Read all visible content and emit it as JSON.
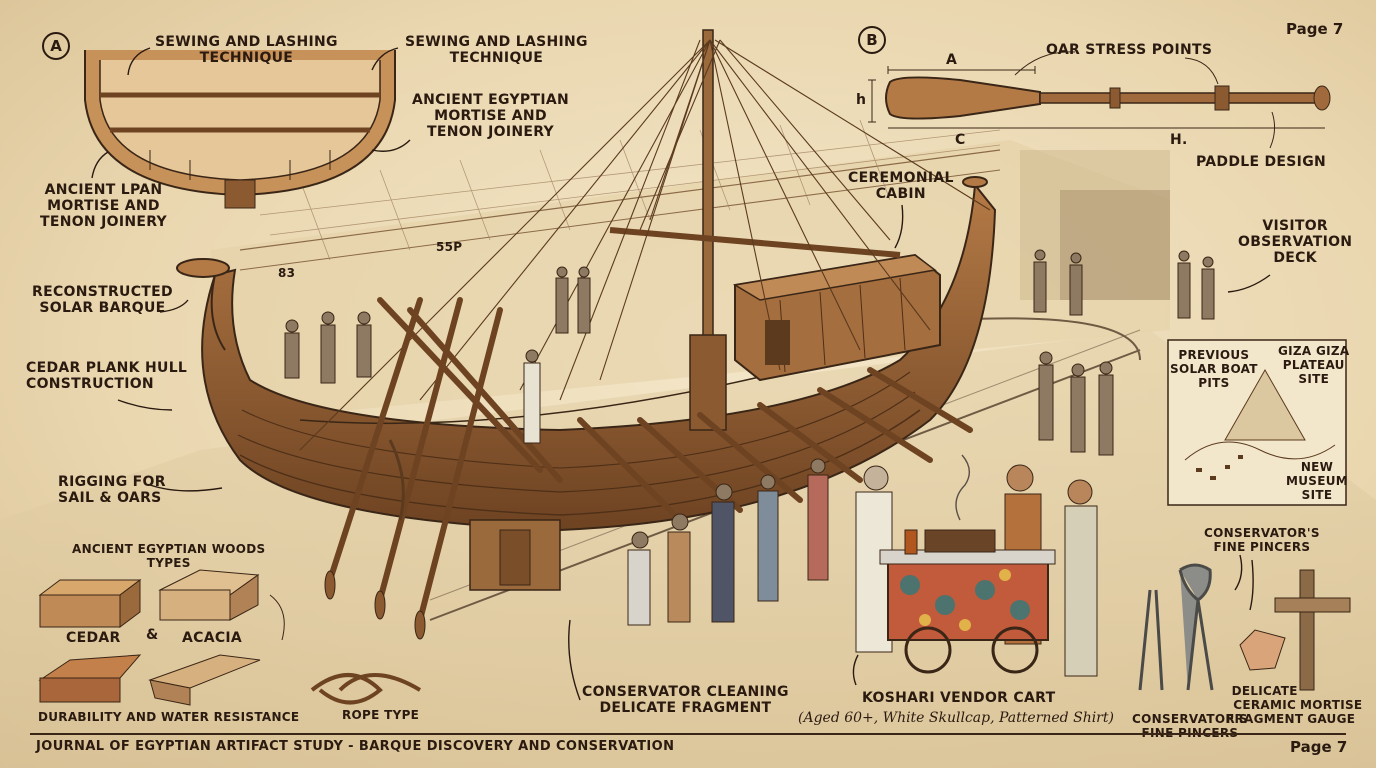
{
  "page": {
    "top": "Page 7",
    "bottom": "Page 7"
  },
  "badges": {
    "a": "A",
    "b": "B"
  },
  "inset_a": {
    "sewing_left": "SEWING AND LASHING\nTECHNIQUE",
    "sewing_right": "SEWING AND LASHING\nTECHNIQUE",
    "mortise_right": "ANCIENT EgYPTIAN\nMORTISE AND\nTENON JOINERY",
    "mortise_left": "ANCIENT LPAN\nMORTISE AND\nTENON JOINERY"
  },
  "inset_b": {
    "title": "OAR STRESS POINTS",
    "dim_a": "A",
    "dim_h": "h",
    "dim_c": "C",
    "dim_h2": "H.",
    "paddle": "PADDLE DESIGN"
  },
  "labels": {
    "ceremonial_cabin": "CEREMONIAL\nCABIN",
    "visitor_deck": "VISITOR\nOBSERVATION\nDECK",
    "solar_barque": "RECONSTRUCTED\nSOLAR BARQUE",
    "cedar_hull": "CEDAR PLANK HULL\nCONSTRUCTION",
    "rigging": "RIGGING FOR\nSAIL & OARS",
    "conservator_cleaning": "CONSERVATOR CLEANING\nDELICATE FRAGMENT",
    "koshari_cart": "KOSHARI VENDOR CART",
    "koshari_note": "(Aged 60+, White Skullcap, Patterned Shirt)",
    "gallery_sign_1": "83",
    "gallery_sign_2": "55P"
  },
  "map": {
    "previous_pits": "PREVIOUS\nSOLAR BOAT\nPITS",
    "giza_site": "GIZA GIZA\nPLATEAU\nSITE",
    "new_museum": "NEW\nMUSEUM\nSITE"
  },
  "woods": {
    "title": "ANCIENT EGYPTIAN WOODS\nTYPES",
    "cedar": "CEDAR",
    "amp": "&",
    "acacia": "ACACIA",
    "durability": "DURABILITY AND WATER RESISTANCE",
    "rope": "ROPE TYPE"
  },
  "tools": {
    "pincers_top": "CONSERVATOR'S\nFINE PINCERS",
    "ceramic": "DELICATE\nCERAMIC\nFRAGMENT",
    "pincers_bottom": "CONSERVATOR'S\nFINE PINCERS",
    "gauge": "MORTISE\nGAUGE"
  },
  "footer": "JOURNAL OF EGYPTIAN ARTIFACT STUDY - BARQUE DISCOVERY AND CONSERVATION",
  "colors": {
    "paper": "#efe0bf",
    "ink": "#2a1a10",
    "wood": "#a06a3c",
    "wood_dark": "#6e4322"
  }
}
